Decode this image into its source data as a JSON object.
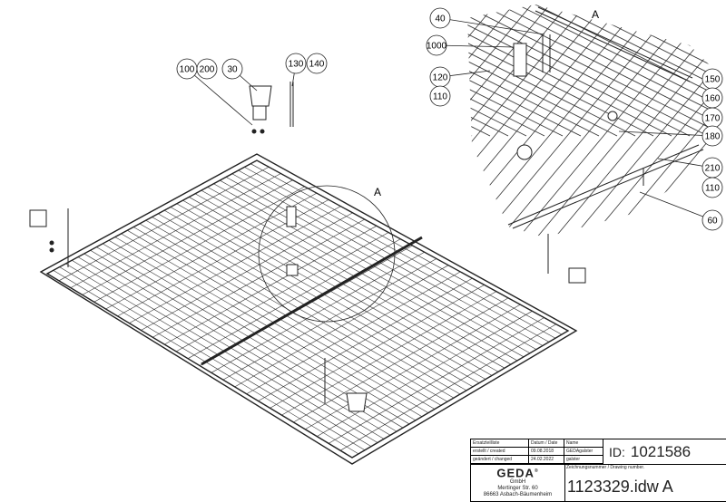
{
  "main_view": {
    "detail_label": "A",
    "callouts": [
      "100",
      "200",
      "30",
      "130",
      "140"
    ]
  },
  "detail_view": {
    "label": "A",
    "callouts_left": [
      "40",
      "1000",
      "120",
      "110"
    ],
    "callouts_right": [
      "150",
      "160",
      "170",
      "180",
      "210",
      "110",
      "60"
    ]
  },
  "title_block": {
    "list_type": "Ersatzteilliste",
    "date_header": "Datum / Date",
    "name_header": "Name",
    "created_label": "erstellt / created",
    "created_date": "09.08.2018",
    "created_name": "GEDAgalster",
    "changed_label": "geändert / changed",
    "changed_date": "24.02.2022",
    "changed_name": "galster",
    "id_label": "ID:",
    "id_value": "1021586",
    "drawing_number_label": "Zeichnungsnummer / Drawing number.",
    "drawing_number": "1123329.idw A",
    "company": {
      "logo": "GEDA",
      "registered": "®",
      "form": "GmbH",
      "street": "Mertinger Str. 60",
      "city": "86663 Asbach-Bäumenheim"
    }
  }
}
